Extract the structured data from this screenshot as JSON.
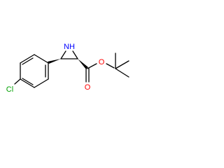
{
  "molecule": {
    "atoms": {
      "nh": "NH",
      "o_ester": "O",
      "o_carbonyl": "O",
      "cl": "Cl"
    },
    "colors": {
      "bond": "#000000",
      "nitrogen": "#0000ff",
      "oxygen": "#ff0000",
      "chlorine": "#00a000"
    }
  }
}
